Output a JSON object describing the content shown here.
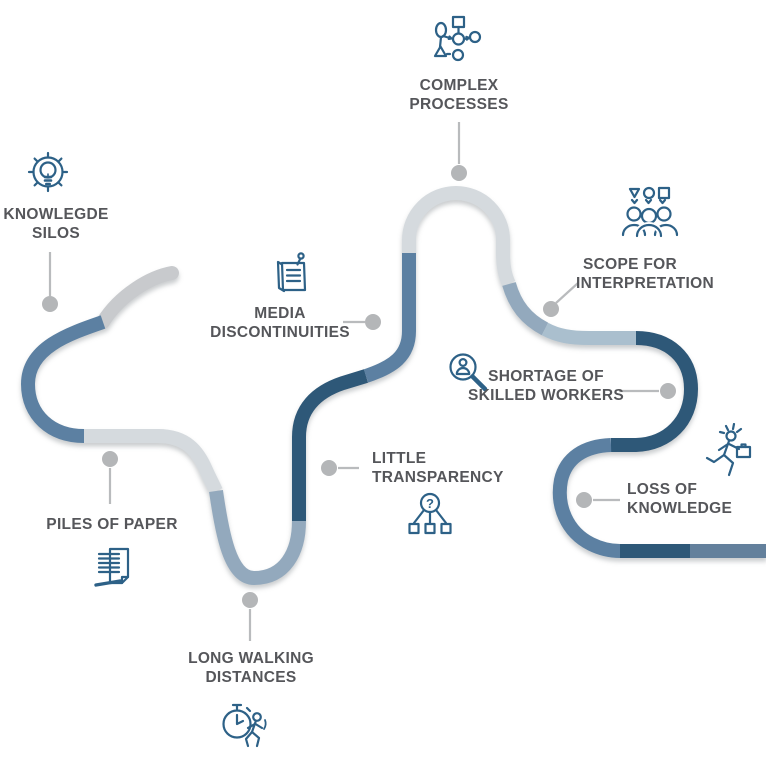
{
  "diagram": {
    "type": "winding-path-infographic",
    "items": [
      {
        "id": "knowledge-silos",
        "icon": "gear-lightbulb-icon",
        "lines": [
          "KNOWLEGDE",
          "SILOS"
        ]
      },
      {
        "id": "complex-processes",
        "icon": "flowchart-icon",
        "lines": [
          "COMPLEX",
          "PROCESSES"
        ]
      },
      {
        "id": "scope-for-interpretation",
        "icon": "people-shapes-icon",
        "lines": [
          "SCOPE FOR",
          "INTERPRETATION"
        ]
      },
      {
        "id": "media-discontinuities",
        "icon": "pinned-note-icon",
        "lines": [
          "MEDIA",
          "DISCONTINUITIES"
        ]
      },
      {
        "id": "shortage-of-skilled-workers",
        "icon": "magnifier-person-icon",
        "lines": [
          "SHORTAGE OF",
          "SKILLED WORKERS"
        ]
      },
      {
        "id": "little-transparency",
        "icon": "org-question-icon",
        "lines": [
          "LITTLE",
          "TRANSPARENCY"
        ]
      },
      {
        "id": "loss-of-knowledge",
        "icon": "running-person-icon",
        "lines": [
          "LOSS OF",
          "KNOWLEDGE"
        ]
      },
      {
        "id": "piles-of-paper",
        "icon": "paper-stack-icon",
        "lines": [
          "PILES OF PAPER"
        ]
      },
      {
        "id": "long-walking-distances",
        "icon": "stopwatch-runner-icon",
        "lines": [
          "LONG WALKING",
          "DISTANCES"
        ]
      }
    ],
    "palette": {
      "path_start_gray": "#c8cacd",
      "path_light_gray": "#d5dade",
      "path_steel_blue": "#5b80a2",
      "path_dark_navy": "#2d5878",
      "path_muted_blue": "#93a9bd",
      "path_pale_steel": "#aabfce",
      "path_slate_tail": "#64809c",
      "icon_blue": "#2d6187",
      "label_gray": "#55565a",
      "connector_gray": "#b4b6b8"
    }
  }
}
